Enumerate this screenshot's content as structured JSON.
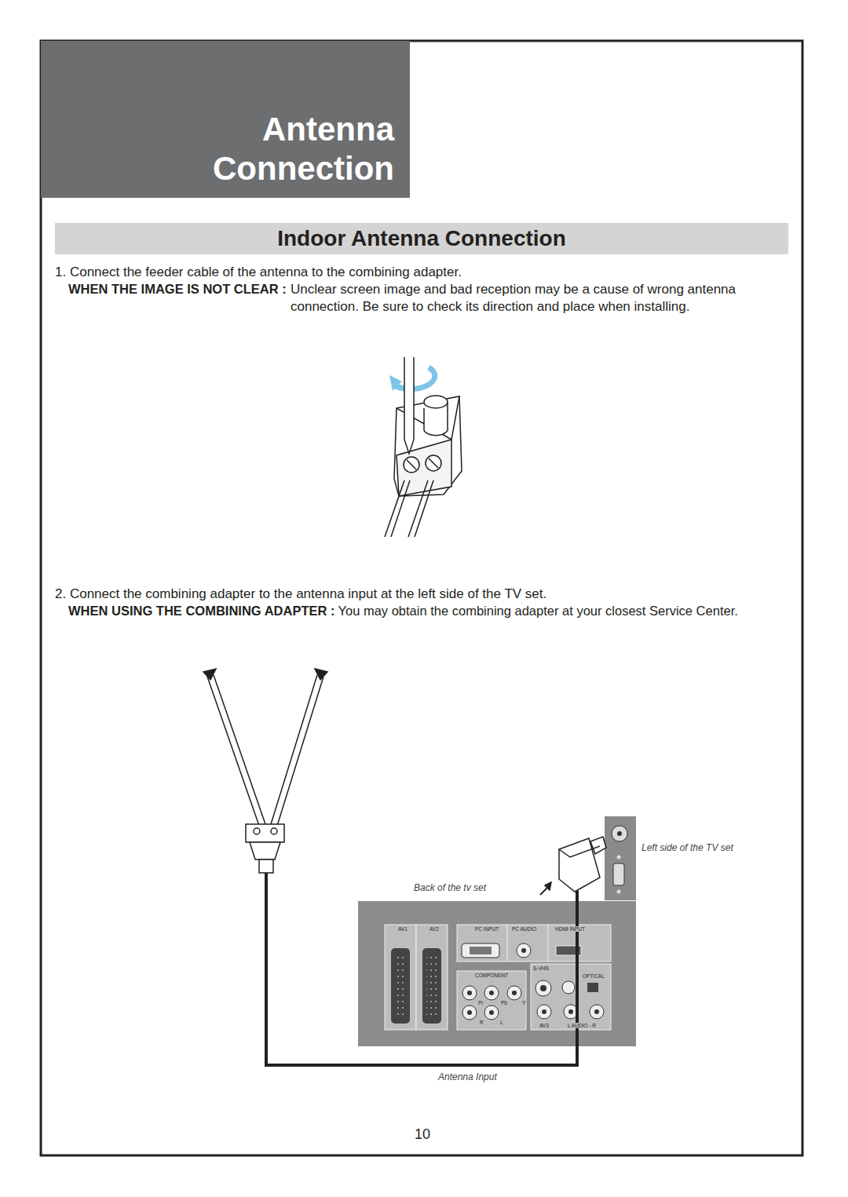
{
  "diagram": {
    "title": "Antenna Connection",
    "nodes": [
      {
        "text": [
          "Indoor Antenna Connection"
        ]
      }
    ],
    "labels": [
      "1. Connect the feeder cable of the antenna to the combining adapter.",
      "WHEN THE IMAGE IS NOT CLEAR :",
      "Unclear screen image and bad reception may be a cause of wrong antenna connection. Be sure to check its direction and place when installing.",
      "2. Connect the combining adapter to the antenna input at the left side of the TV set.",
      "WHEN USING THE COMBINING ADAPTER :",
      "You may obtain the combining adapter at your closest Service Center.",
      "Left side of the TV set",
      "Back of the tv set",
      "AV1",
      "AV2",
      "PC INPUT",
      "PC AUDIO",
      "HDMI INPUT",
      "COMPONENT",
      "S-VHS",
      "OPTICAL",
      "Pr",
      "Pb",
      "Y",
      "R",
      "L",
      "AV3",
      "L AUDIO - R",
      "Antenna Input",
      "10"
    ]
  }
}
